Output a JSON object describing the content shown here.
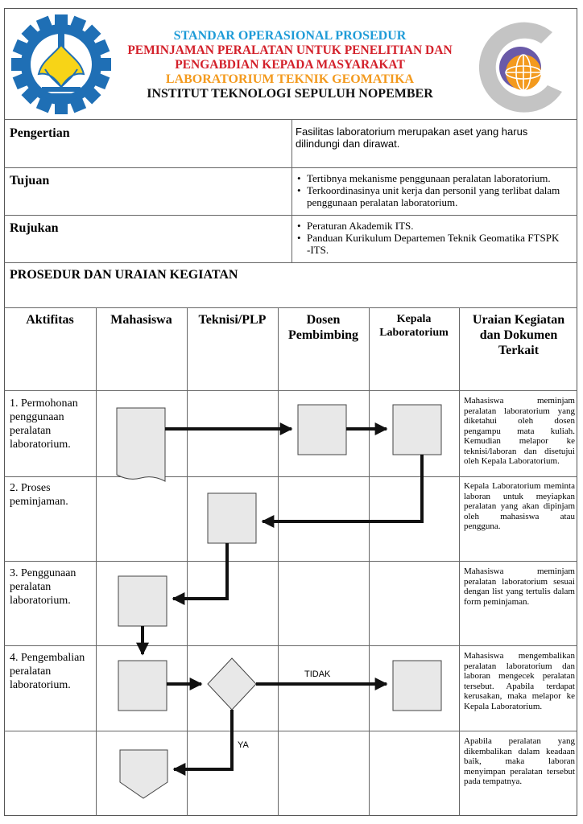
{
  "header": {
    "line1": "STANDAR OPERASIONAL PROSEDUR",
    "line2": "PEMINJAMAN PERALATAN UNTUK PENELITIAN DAN PENGABDIAN KEPADA MASYARAKAT",
    "line3": "LABORATORIUM TEKNIK GEOMATIKA",
    "line4": "INSTITUT TEKNOLOGI SEPULUH NOPEMBER"
  },
  "colors": {
    "blue": "#1e9bd7",
    "red": "#d3202a",
    "orange": "#f39a1e",
    "its_blue": "#1f6fb5",
    "its_yellow": "#f7d417"
  },
  "pengertian": {
    "label": "Pengertian",
    "text": "Fasilitas laboratorium merupakan aset yang harus dilindungi dan dirawat."
  },
  "tujuan": {
    "label": "Tujuan",
    "items": [
      "Tertibnya mekanisme penggunaan peralatan laboratorium.",
      "Terkoordinasinya unit kerja dan personil yang terlibat dalam penggunaan peralatan laboratorium."
    ]
  },
  "rujukan": {
    "label": "Rujukan",
    "items": [
      "Peraturan Akademik ITS.",
      "Panduan Kurikulum Departemen Teknik Geomatika FTSPK -ITS."
    ]
  },
  "prosedur_title": "PROSEDUR DAN URAIAN KEGIATAN",
  "columns": [
    "Aktifitas",
    "Mahasiswa",
    "Teknisi/PLP",
    "Dosen Pembimbing",
    "Kepala Laboratorium",
    "Uraian Kegiatan dan Dokumen Terkait"
  ],
  "rows": [
    {
      "activity": "1. Permohonan penggunaan peralatan laboratorium.",
      "uraian": "Mahasiswa meminjam peralatan laboratorium yang diketahui oleh dosen pengampu mata kuliah. Kemudian melapor ke teknisi/laboran dan disetujui oleh Kepala Laboratorium."
    },
    {
      "activity": "2. Proses peminjaman.",
      "uraian": "Kepala Laboratorium meminta laboran untuk meyiapkan peralatan yang akan dipinjam oleh mahasiswa atau pengguna."
    },
    {
      "activity": "3. Penggunaan peralatan laboratorium.",
      "uraian": "Mahasiswa meminjam peralatan laboratorium sesuai dengan list yang tertulis dalam form peminjaman."
    },
    {
      "activity": "4. Pengembalian peralatan laboratorium.",
      "uraian": "Mahasiswa mengembalikan peralatan laboratorium dan laboran mengecek peralatan tersebut. Apabila terdapat kerusakan, maka melapor ke Kepala Laboratorium."
    },
    {
      "activity": "",
      "uraian": "Apabila peralatan yang dikembalikan dalam keadaan baik, maka laboran menyimpan peralatan tersebut pada tempatnya."
    }
  ],
  "flow_labels": {
    "no": "TIDAK",
    "yes": "YA"
  }
}
